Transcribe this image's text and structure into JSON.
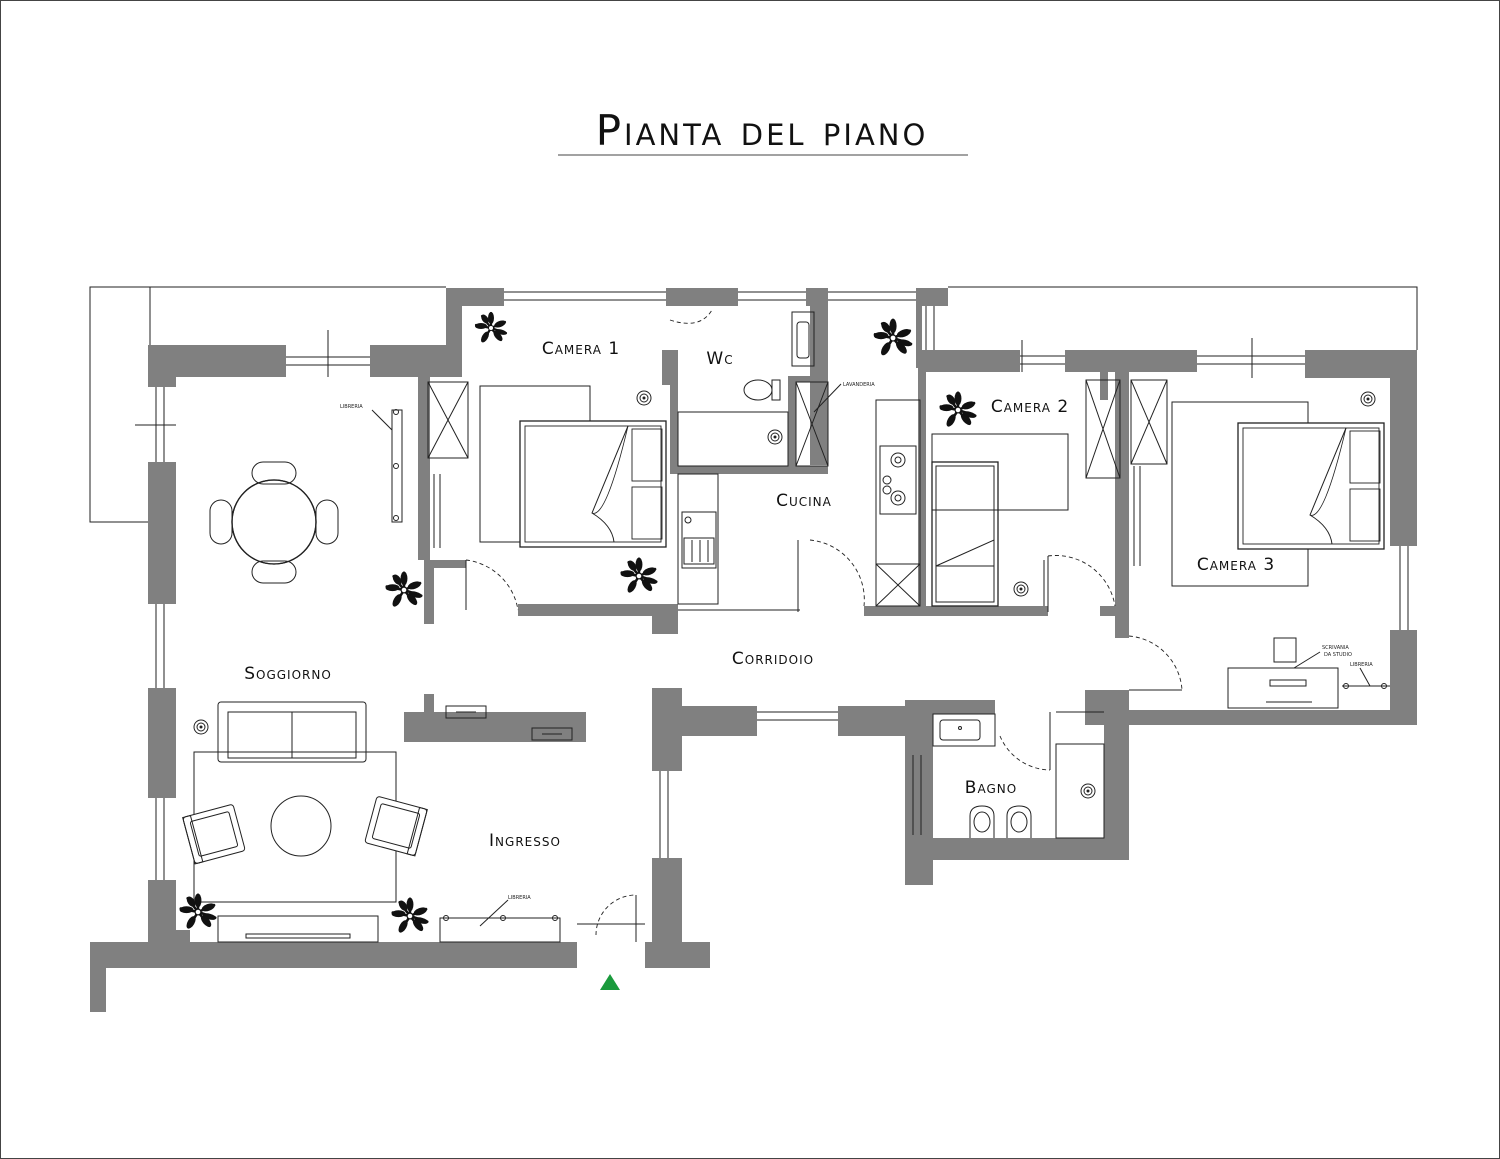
{
  "title": "Pianta del piano",
  "rooms": {
    "camera1": "Camera 1",
    "wc": "Wc",
    "cucina": "Cucina",
    "camera2": "Camera 2",
    "camera3": "Camera 3",
    "soggiorno": "Soggiorno",
    "corridoio": "Corridoio",
    "ingresso": "Ingresso",
    "bagno": "Bagno"
  },
  "annotations": {
    "libreria_soggiorno": "LIBRERIA",
    "libreria_ingresso": "LIBRERIA",
    "lavanderia": "LAVANDERIA",
    "scrivania_line1": "SCRIVANIA",
    "scrivania_line2": "DA STUDIO",
    "libreria_camera3": "LIBRERIA"
  },
  "colors": {
    "wall": "#808080",
    "line": "#222222",
    "entrance_marker": "#1a9a3c",
    "background": "#ffffff"
  },
  "icons": [
    "plant-icon",
    "entrance-arrow-icon",
    "column-icon"
  ]
}
